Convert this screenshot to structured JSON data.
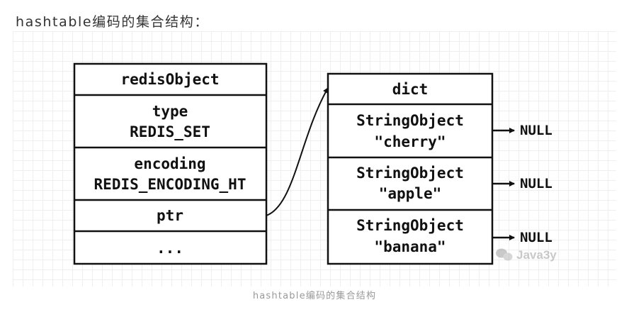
{
  "heading": "hashtable编码的集合结构：",
  "caption": "hashtable编码的集合结构",
  "redis_object": {
    "title": "redisObject",
    "type_label": "type",
    "type_value": "REDIS_SET",
    "encoding_label": "encoding",
    "encoding_value": "REDIS_ENCODING_HT",
    "ptr": "ptr",
    "ellipsis": "..."
  },
  "dict": {
    "title": "dict",
    "entries": [
      {
        "type": "StringObject",
        "value": "\"cherry\"",
        "next": "NULL"
      },
      {
        "type": "StringObject",
        "value": "\"apple\"",
        "next": "NULL"
      },
      {
        "type": "StringObject",
        "value": "\"banana\"",
        "next": "NULL"
      }
    ]
  },
  "watermark": "Java3y",
  "colors": {
    "stroke": "#111111",
    "grid": "#efefef",
    "caption": "#999999"
  }
}
